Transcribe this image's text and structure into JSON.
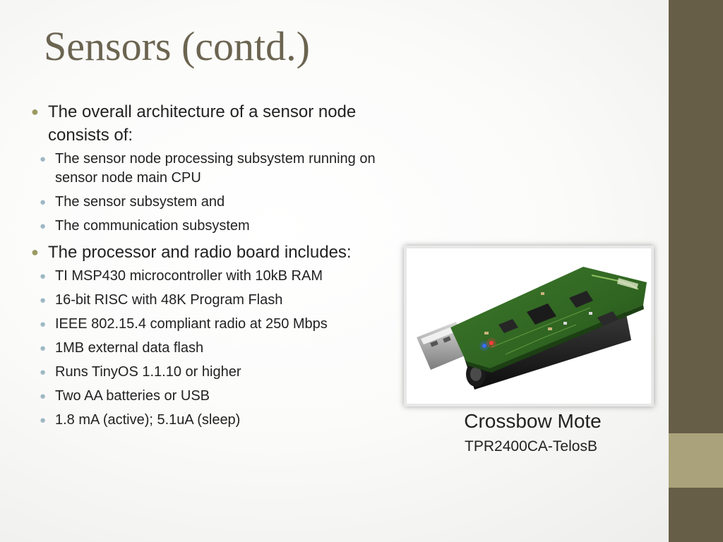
{
  "slide": {
    "title": "Sensors (contd.)",
    "accent_color": "#675e47",
    "accent_light_color": "#aaa27a"
  },
  "bullets": [
    {
      "text": "The overall architecture of a sensor node consists of:",
      "sub": [
        "The sensor node processing subsystem running on sensor node main CPU",
        "The sensor subsystem and",
        "The communication subsystem"
      ]
    },
    {
      "text": "The processor and radio board includes:",
      "sub": [
        "TI MSP430 microcontroller with 10kB RAM",
        "16-bit RISC with 48K Program Flash",
        "IEEE 802.15.4 compliant radio at 250 Mbps",
        "1MB external data flash",
        "Runs TinyOS 1.1.10 or higher",
        "Two AA batteries or USB",
        "1.8 mA (active); 5.1uA (sleep)"
      ]
    }
  ],
  "figure": {
    "caption": "Crossbow Mote",
    "subcaption": "TPR2400CA-TelosB",
    "image_subject": "sensor-mote-photo"
  }
}
